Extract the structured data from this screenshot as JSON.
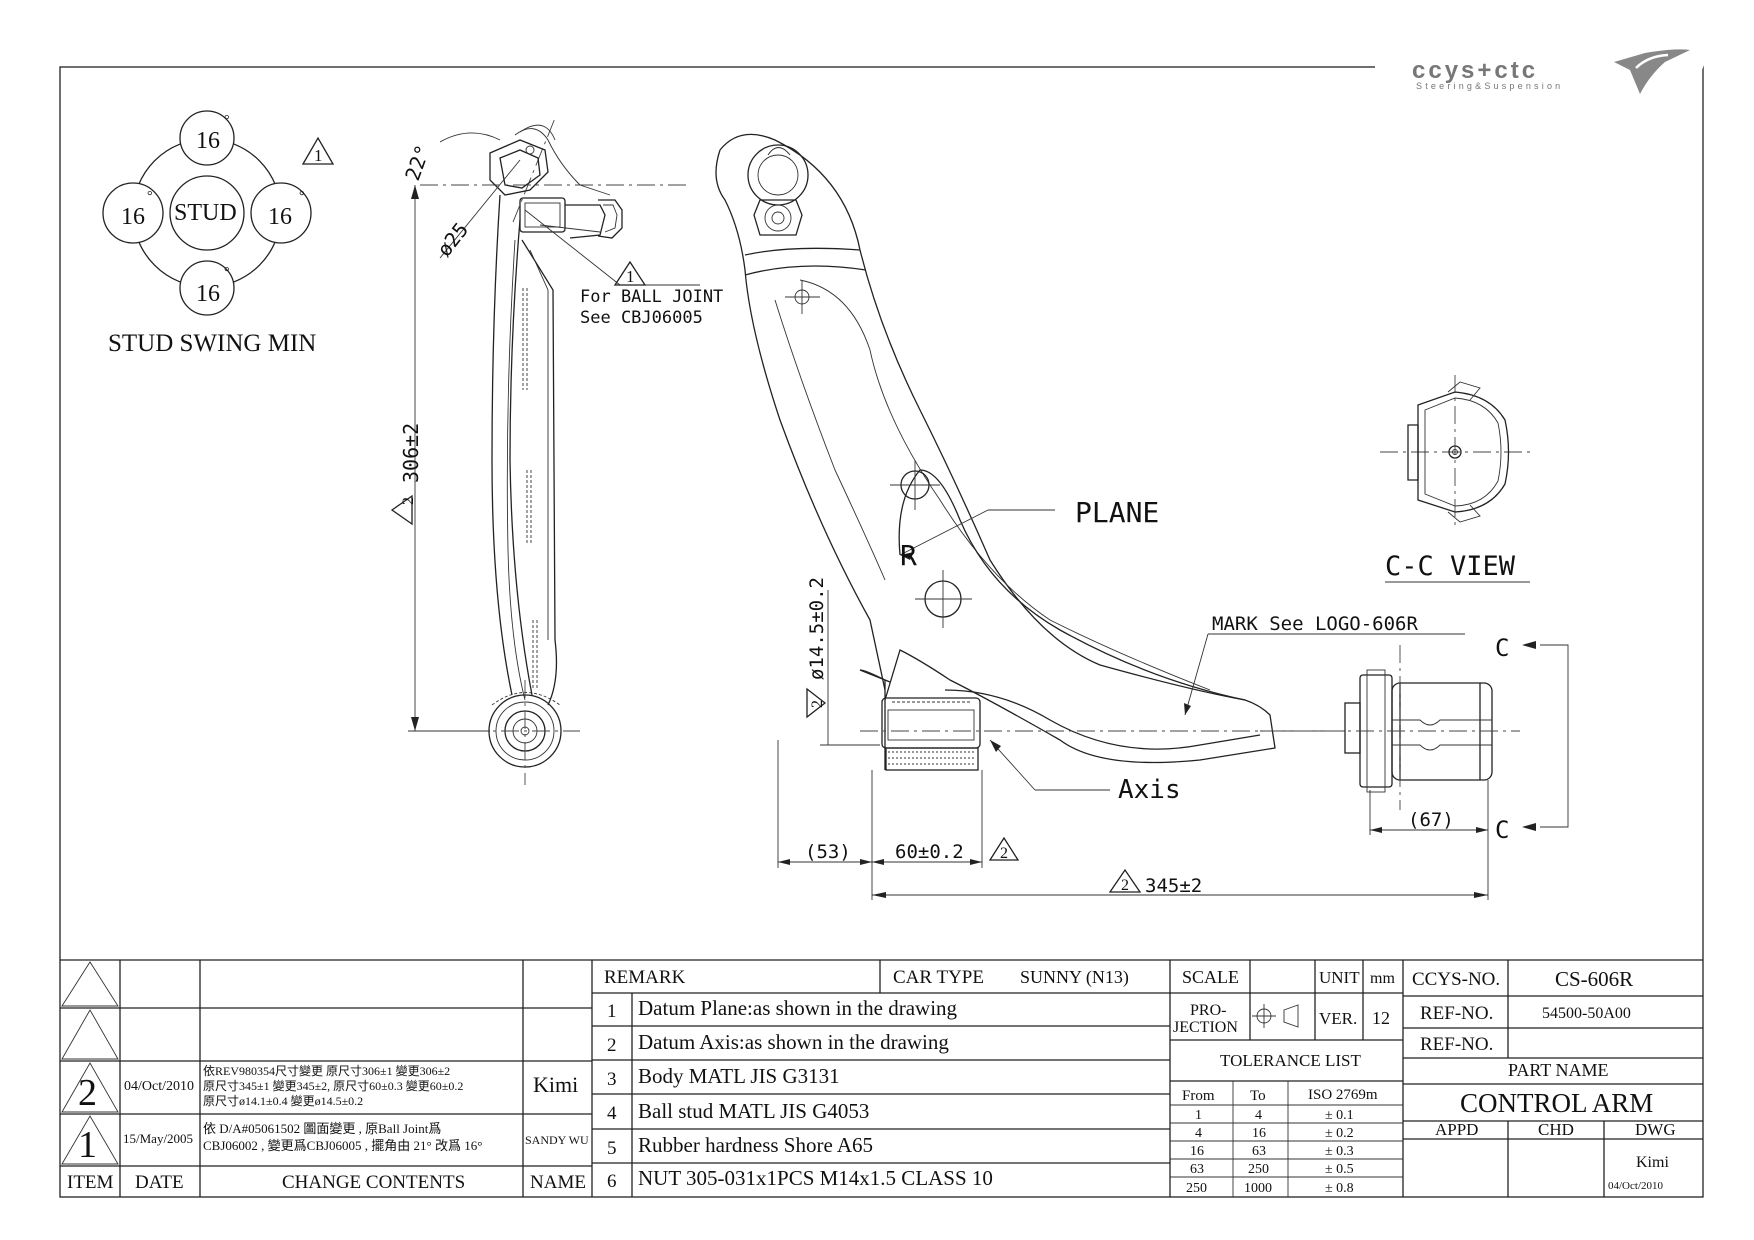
{
  "logo": {
    "brand": "ccys+ctc",
    "tagline": "Steering&Suspension"
  },
  "stud_swing": {
    "top": "16",
    "left": "16",
    "right": "16",
    "bottom": "16",
    "degree_symbol": "°",
    "center": "STUD",
    "caption": "STUD SWING MIN",
    "revision_mark": "1"
  },
  "drawing_labels": {
    "angle_22": "22°",
    "dia_25": "ø25",
    "rev1_mark": "1",
    "ball_joint_note_1": "For BALL JOINT",
    "ball_joint_note_2": "See CBJ06005",
    "dim_306": "306±2",
    "rev2_mark_a": "2",
    "plane": "PLANE",
    "r_label": "R",
    "cc_view": "C-C VIEW",
    "mark_note": "MARK See LOGO-606R",
    "section_c_top": "C",
    "section_c_bottom": "C",
    "dia_14": "ø14.5±0.2",
    "rev2_mark_b": "2",
    "axis": "Axis",
    "dim_53": "(53)",
    "dim_60": "60±0.2",
    "rev2_mark_c": "2",
    "dim_67": "(67)",
    "dim_345": "345±2",
    "rev2_mark_d": "2"
  },
  "revision_block": {
    "rows": [
      {
        "rev": "2",
        "date": "04/Oct/2010",
        "change_1": "依REV980354尺寸變更 原尺寸306±1 變更306±2",
        "change_2": "原尺寸345±1 變更345±2, 原尺寸60±0.3 變更60±0.2",
        "change_3": "原尺寸ø14.1±0.4 變更ø14.5±0.2",
        "name": "Kimi"
      },
      {
        "rev": "1",
        "date": "15/May/2005",
        "change_1": "依 D/A#05061502 圖面變更 , 原Ball Joint爲",
        "change_2": "CBJ06002 , 變更爲CBJ06005 , 擺角由 21° 改爲 16°",
        "name": "SANDY WU"
      }
    ],
    "headers": {
      "item": "ITEM",
      "date": "DATE",
      "change": "CHANGE CONTENTS",
      "name": "NAME"
    }
  },
  "remarks": {
    "header": "REMARK",
    "car_type_label": "CAR TYPE",
    "car_type_value": "SUNNY (N13)",
    "items": [
      {
        "no": "1",
        "text": "Datum Plane:as shown in the drawing"
      },
      {
        "no": "2",
        "text": "Datum Axis:as shown in the drawing"
      },
      {
        "no": "3",
        "text": "Body MATL JIS G3131"
      },
      {
        "no": "4",
        "text": "Ball stud MATL JIS G4053"
      },
      {
        "no": "5",
        "text": "Rubber hardness Shore A65"
      },
      {
        "no": "6",
        "text": "NUT 305-031x1PCS M14x1.5 CLASS 10"
      }
    ]
  },
  "title_block": {
    "scale_label": "SCALE",
    "unit_label": "UNIT",
    "unit_value": "mm",
    "projection_1": "PRO-",
    "projection_2": "JECTION",
    "ver_label": "VER.",
    "ver_value": "12",
    "tolerance_title": "TOLERANCE LIST",
    "tol_from": "From",
    "tol_to": "To",
    "tol_std": "ISO 2769m",
    "tolerances": [
      {
        "from": "1",
        "to": "4",
        "tol": "± 0.1"
      },
      {
        "from": "4",
        "to": "16",
        "tol": "± 0.2"
      },
      {
        "from": "16",
        "to": "63",
        "tol": "± 0.3"
      },
      {
        "from": "63",
        "to": "250",
        "tol": "± 0.5"
      },
      {
        "from": "250",
        "to": "1000",
        "tol": "± 0.8"
      }
    ],
    "ccys_no_label": "CCYS-NO.",
    "ccys_no_value": "CS-606R",
    "ref_no_label": "REF-NO.",
    "ref_no_value": "54500-50A00",
    "ref_no_label_2": "REF-NO.",
    "part_name_label": "PART NAME",
    "part_name_value": "CONTROL ARM",
    "appd": "APPD",
    "chd": "CHD",
    "dwg": "DWG",
    "dwg_name": "Kimi",
    "dwg_date": "04/Oct/2010"
  }
}
